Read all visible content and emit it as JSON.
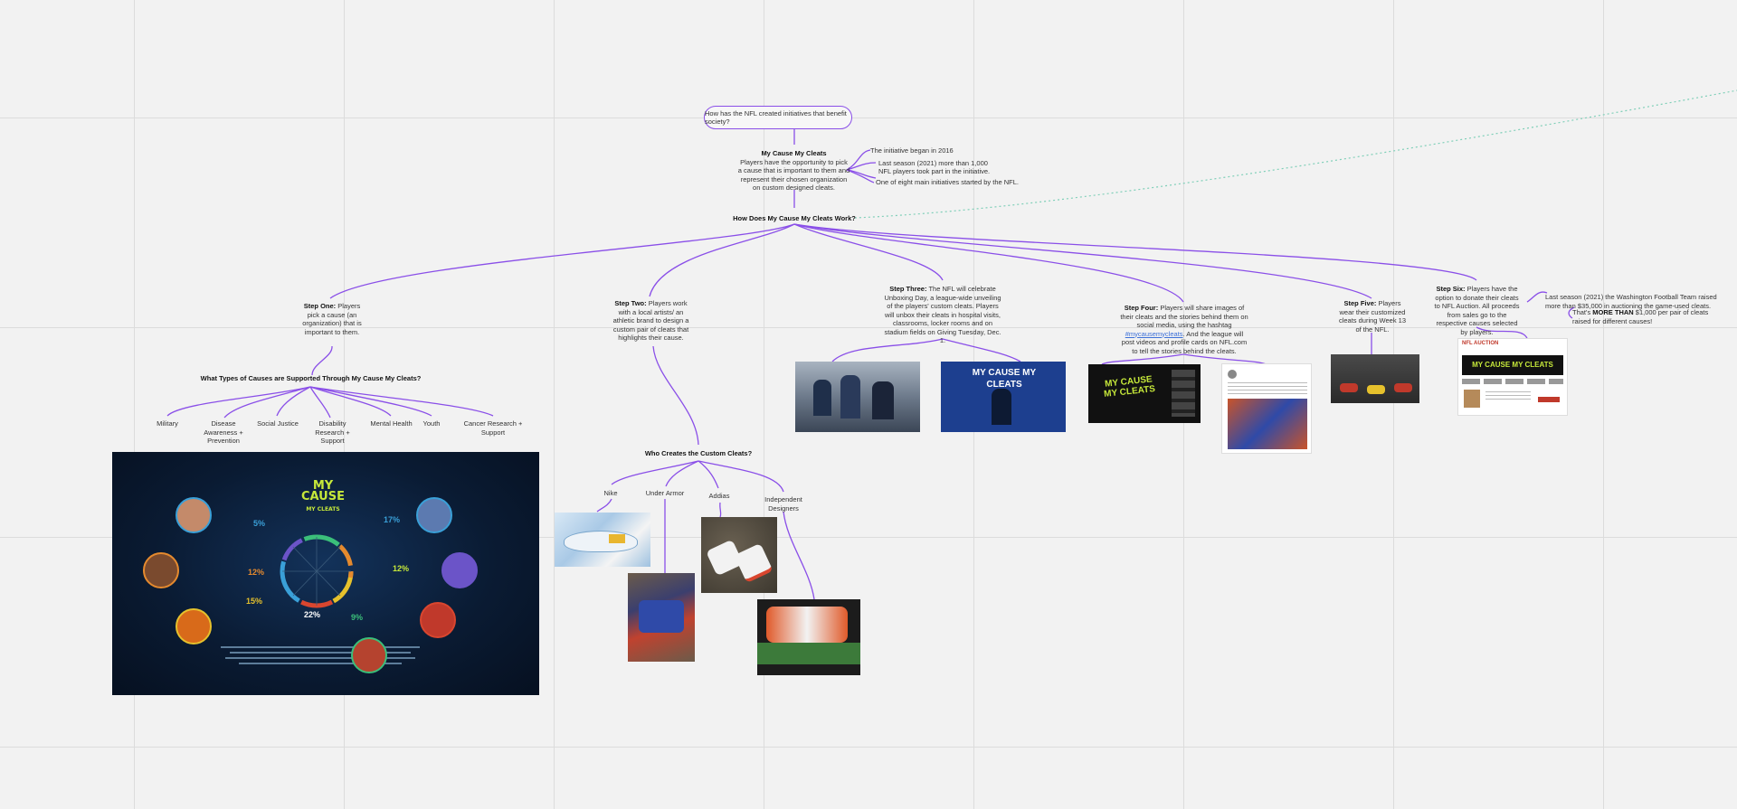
{
  "root_question": "How has the NFL created initiatives that benefit society?",
  "my_cause": {
    "title": "My Cause My Cleats",
    "body": "Players have the opportunity to pick a cause that is important to them and represent their chosen organization on custom designed cleats.",
    "facts": [
      "The initiative began in 2016",
      "Last season (2021) more than 1,000",
      "NFL players took part in the initiative.",
      "One of eight main initiatives started by the NFL."
    ]
  },
  "how_title": "How Does My Cause My Cleats Work?",
  "steps": [
    {
      "label": "Step One:",
      "text": "Players pick a cause (an organization) that is important to them."
    },
    {
      "label": "Step Two:",
      "text": "Players work with a local artists/ an athletic brand to design a custom pair of cleats that highlights their cause."
    },
    {
      "label": "Step Three:",
      "text": "The NFL will celebrate Unboxing Day, a league-wide unveiling of the players' custom cleats. Players will unbox their cleats in hospital visits, classrooms, locker rooms and on stadium fields on Giving Tuesday, Dec. 1."
    },
    {
      "label": "Step Four:",
      "text_a": "Players will share images of their cleats and the stories behind them on social media, using the hashtag ",
      "hashtag": "#mycausemycleats",
      "text_b": ". And the league will post videos and profile cards on NFL.com to tell the stories behind the cleats."
    },
    {
      "label": "Step Five:",
      "text": "Players wear their customized cleats during Week 13 of the NFL."
    },
    {
      "label": "Step Six:",
      "text": "Players have the option to donate their cleats to NFL Auction. All proceeds from sales go to the respective causes selected by players."
    }
  ],
  "step_six_notes": {
    "note1": "Last season (2021) the Washington Football Team raised more than $35,000 in auctioning the game-used cleats.",
    "note2_a": "That's ",
    "note2_b": "MORE THAN",
    "note2_c": " $1,000 per pair of cleats raised for different causes!"
  },
  "causes": {
    "title": "What Types of Causes are Supported Through My Cause My Cleats?",
    "items": [
      "Military",
      "Disease Awareness + Prevention",
      "Social Justice",
      "Disability Research + Support",
      "Mental Health",
      "Youth",
      "Cancer Research + Support"
    ]
  },
  "creators": {
    "title": "Who Creates the Custom Cleats?",
    "items": [
      "Nike",
      "Under Armor",
      "Addias",
      "Independent Designers"
    ]
  },
  "infographic": {
    "logo_text": "MY CAUSE",
    "logo_sub": "MY CLEATS",
    "percents": [
      "5%",
      "17%",
      "12%",
      "12%",
      "15%",
      "22%",
      "9%"
    ]
  },
  "images": {
    "step3_right_text": "MY CAUSE MY CLEATS",
    "step4_left_text": "MY CAUSE MY CLEATS",
    "auction_logo": "NFL AUCTION",
    "auction_banner": "MY CAUSE MY CLEATS"
  },
  "colors": {
    "connector": "#8a4fe8",
    "dotted_link": "#7fcfb8",
    "background": "#f2f2f2",
    "grid": "#dcdcdc"
  }
}
